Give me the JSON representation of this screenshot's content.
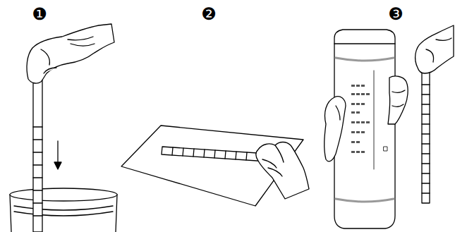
{
  "diagram": {
    "labels": [
      "❶",
      "❷",
      "❸"
    ]
  }
}
